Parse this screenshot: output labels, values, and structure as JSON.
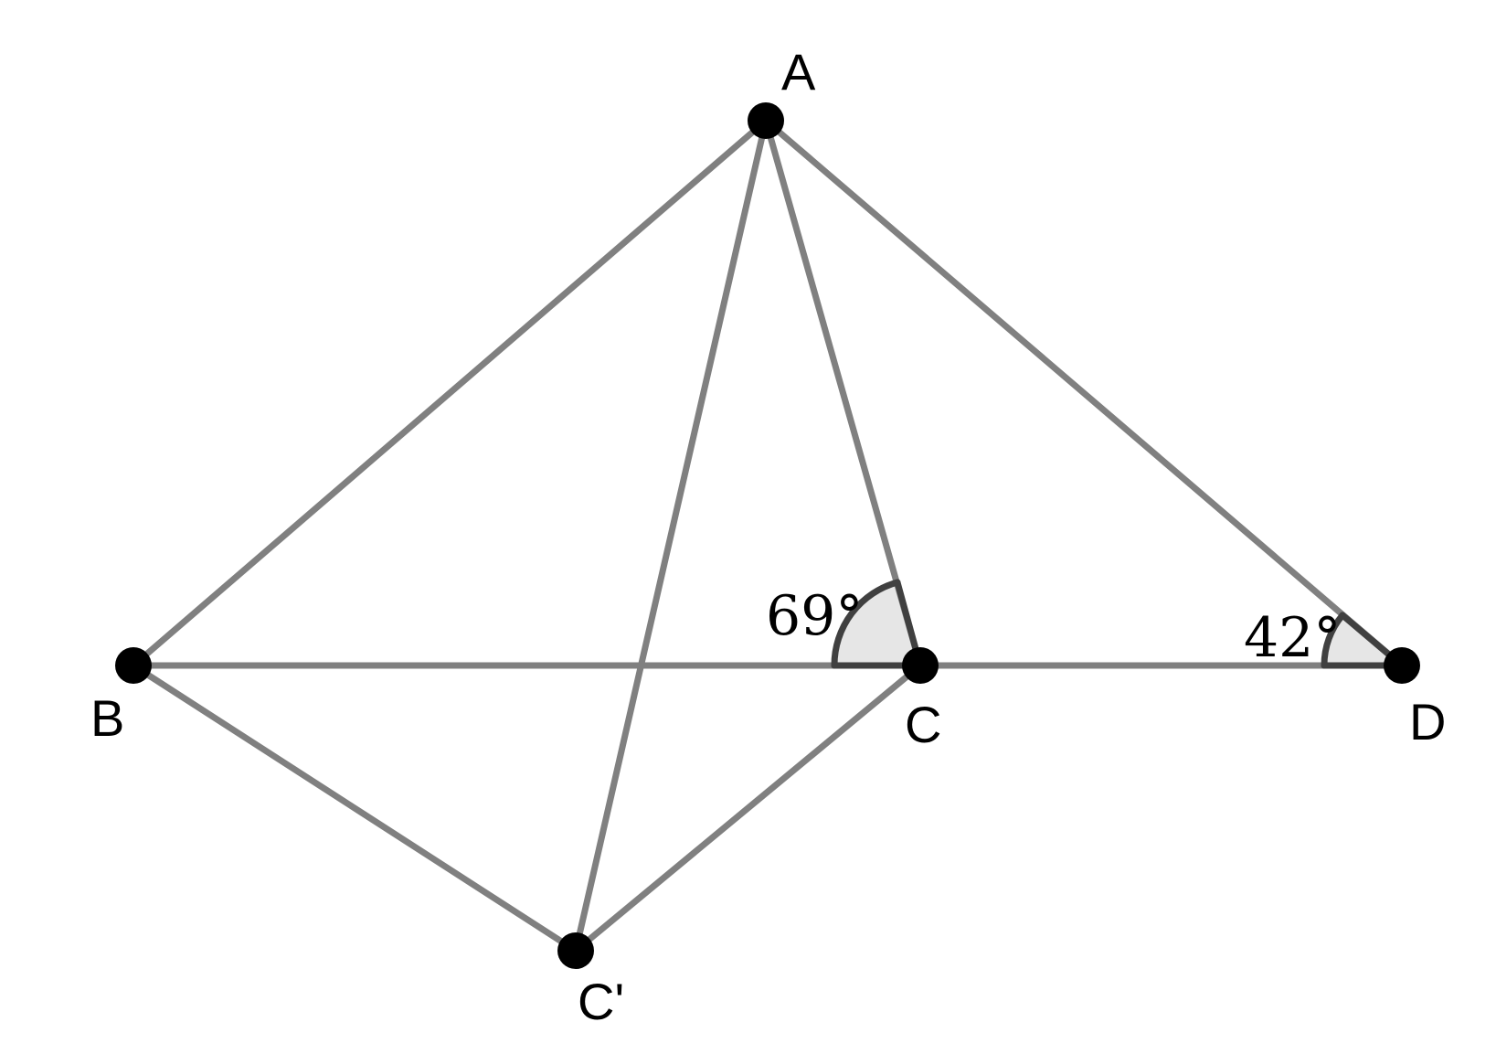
{
  "points": {
    "A": "A",
    "B": "B",
    "C": "C",
    "D": "D",
    "Cp": "C'"
  },
  "angles": {
    "at_C": "69°",
    "at_D": "42°"
  },
  "colors": {
    "segment": "#808080",
    "angle_stroke": "#404040",
    "angle_fill": "#e6e6e6",
    "point": "#000000"
  }
}
